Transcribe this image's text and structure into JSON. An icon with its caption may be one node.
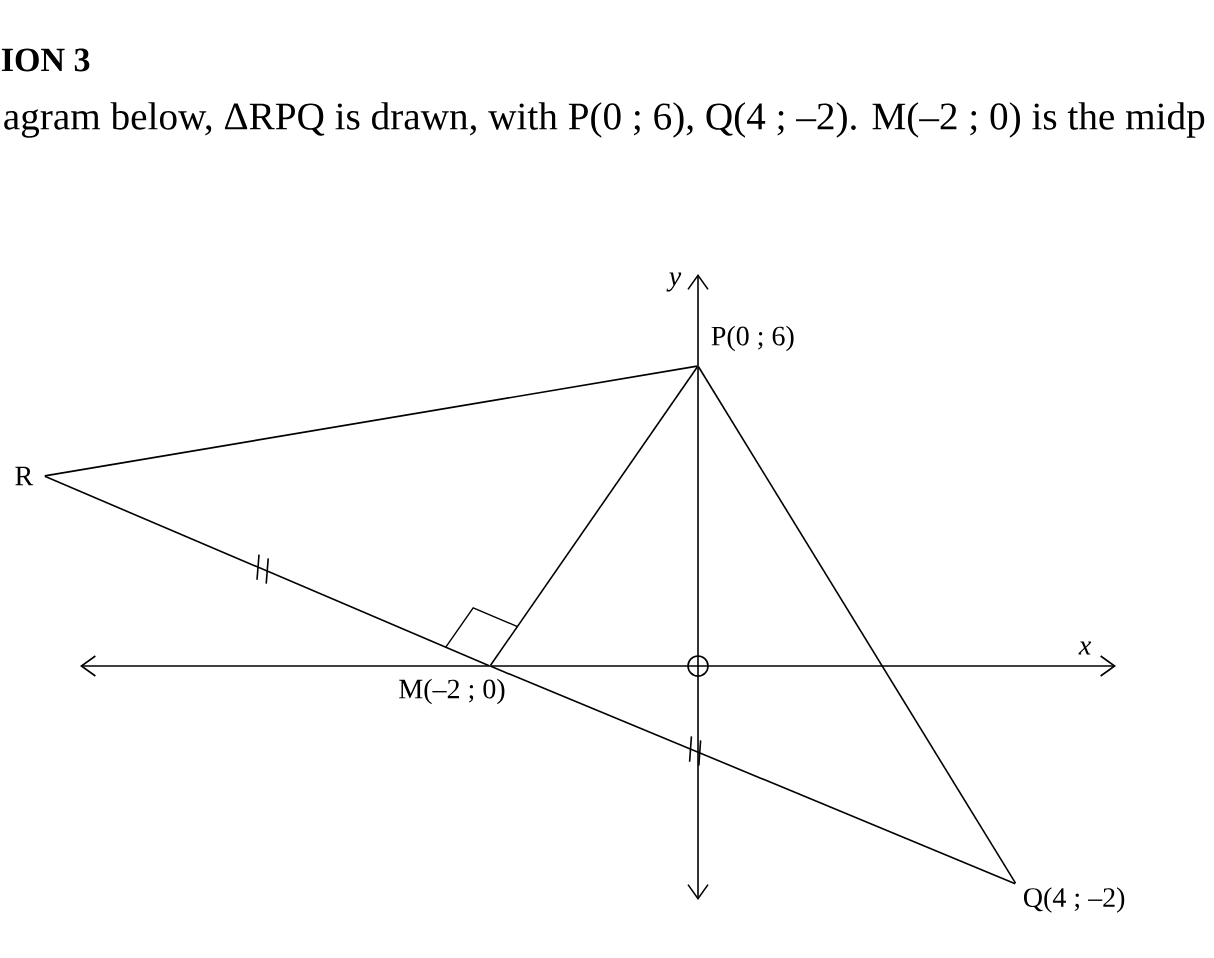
{
  "diagram": {
    "nodes": [
      {
        "text": [
          "R"
        ]
      },
      {
        "text": [
          "P(0 ; 6)"
        ]
      },
      {
        "text": [
          "M(–2 ; 0)"
        ]
      },
      {
        "text": [
          "Q(4 ; –2)"
        ]
      }
    ],
    "edges": [
      {
        "from": 0,
        "to": 1,
        "arrow": "none"
      },
      {
        "from": 1,
        "to": 3,
        "arrow": "none"
      },
      {
        "from": 0,
        "to": 2,
        "arrow": "none"
      },
      {
        "from": 2,
        "to": 3,
        "arrow": "none"
      },
      {
        "from": 1,
        "to": 2,
        "arrow": "none"
      }
    ],
    "labels": [
      "ION 3",
      "agram below, ΔRPQ is drawn, with P(0 ; 6), Q(4 ; –2). M(–2 ; 0) is the midp",
      "y",
      "x"
    ]
  }
}
